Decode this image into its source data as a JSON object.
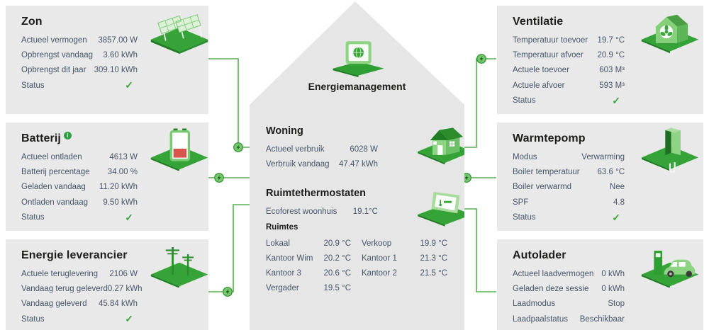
{
  "colors": {
    "panel_bg": "#e9e9e9",
    "house_bg": "#e6e6e6",
    "accent_green": "#3aa83c",
    "line_green": "#58b153",
    "text_slate": "#475569",
    "battery_low_red": "#d9534f"
  },
  "icons": {
    "check": "✓",
    "info": "i",
    "panel_icons": [
      "solar-panels-icon",
      "battery-icon",
      "power-poles-icon",
      "laptop-globe-icon",
      "house-icon",
      "thermostat-icon",
      "ventilation-house-icon",
      "heat-pump-icon",
      "car-charger-icon",
      "energy-node-icon"
    ]
  },
  "panels": {
    "zon": {
      "title": "Zon",
      "icon": "solar-panels-icon",
      "rows": [
        {
          "label": "Actueel vermogen",
          "value": "3857.00 W"
        },
        {
          "label": "Opbrengst vandaag",
          "value": "3.60 kWh"
        },
        {
          "label": "Opbrengst dit jaar",
          "value": "309.10 kWh"
        }
      ],
      "status_label": "Status"
    },
    "batterij": {
      "title": "Batterij",
      "icon": "battery-icon",
      "rows": [
        {
          "label": "Actueel ontladen",
          "value": "4613 W"
        },
        {
          "label": "Batterij percentage",
          "value": "34.00 %"
        },
        {
          "label": "Geladen vandaag",
          "value": "11.20 kWh"
        },
        {
          "label": "Ontladen vandaag",
          "value": "9.50 kWh"
        }
      ],
      "status_label": "Status"
    },
    "energie_leverancier": {
      "title": "Energie leverancier",
      "icon": "power-poles-icon",
      "rows": [
        {
          "label": "Actuele teruglevering",
          "value": "2106 W"
        },
        {
          "label": "Vandaag terug geleverd",
          "value": "0.27 kWh"
        },
        {
          "label": "Vandaag geleverd",
          "value": "45.84 kWh"
        }
      ],
      "status_label": "Status"
    },
    "ventilatie": {
      "title": "Ventilatie",
      "icon": "ventilation-house-icon",
      "rows": [
        {
          "label": "Temperatuur toevoer",
          "value": "19.7 °C"
        },
        {
          "label": "Temperatuur afvoer",
          "value": "20.9 °C"
        },
        {
          "label": "Actuele toevoer",
          "value": "603 M³"
        },
        {
          "label": "Actuele afvoer",
          "value": "593 M³"
        }
      ],
      "status_label": "Status"
    },
    "warmtepomp": {
      "title": "Warmtepomp",
      "icon": "heat-pump-icon",
      "rows": [
        {
          "label": "Modus",
          "value": "Verwarming"
        },
        {
          "label": "Boiler temperatuur",
          "value": "63.6 °C"
        },
        {
          "label": "Boiler verwarmd",
          "value": "Nee"
        },
        {
          "label": "SPF",
          "value": "4.8"
        }
      ],
      "status_label": "Status"
    },
    "autolader": {
      "title": "Autolader",
      "icon": "car-charger-icon",
      "rows": [
        {
          "label": "Actueel laadvermogen",
          "value": "0 kWh"
        },
        {
          "label": "Geladen deze sessie",
          "value": "0 kWh"
        },
        {
          "label": "Laadmodus",
          "value": "Stop"
        },
        {
          "label": "Laadpaalstatus",
          "value": "Beschikbaar"
        }
      ]
    }
  },
  "house": {
    "title": "Energiemanagement",
    "icon": "laptop-globe-icon",
    "woning": {
      "title": "Woning",
      "icon": "house-icon",
      "rows": [
        {
          "label": "Actueel verbruik",
          "value": "6028 W"
        },
        {
          "label": "Verbruik vandaag",
          "value": "47.47 kWh"
        }
      ]
    },
    "thermostaten": {
      "title": "Ruimtethermostaten",
      "icon": "thermostat-icon",
      "rows": [
        {
          "label": "Ecoforest woonhuis",
          "value": "19.1°C"
        }
      ]
    },
    "ruimtes": {
      "title": "Ruimtes",
      "col1": [
        {
          "label": "Lokaal",
          "value": "20.9 °C"
        },
        {
          "label": "Kantoor Wim",
          "value": "20.2 °C"
        },
        {
          "label": "Kantoor 3",
          "value": "20.6 °C"
        },
        {
          "label": "Vergader",
          "value": "19.5 °C"
        }
      ],
      "col2": [
        {
          "label": "Verkoop",
          "value": "19.9 °C"
        },
        {
          "label": "Kantoor 1",
          "value": "21.3 °C"
        },
        {
          "label": "Kantoor 2",
          "value": "21.5 °C"
        }
      ]
    }
  }
}
